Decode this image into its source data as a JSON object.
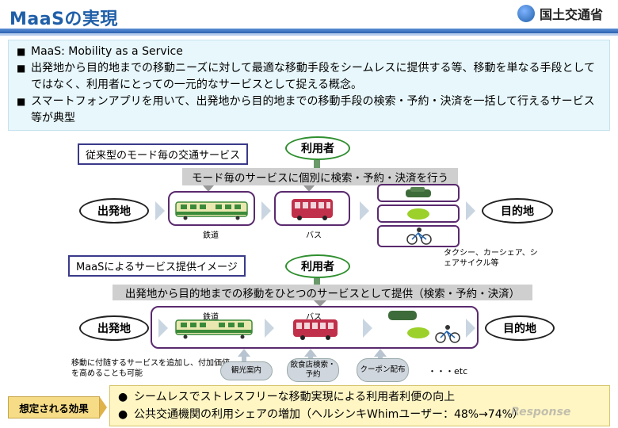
{
  "header": {
    "title": "MaaSの実現",
    "ministry": "国土交通省"
  },
  "summary": {
    "bullets": [
      "MaaS:  Mobility as a Service",
      "出発地から目的地までの移動ニーズに対して最適な移動手段をシームレスに提供する等、移動を単なる手段としてではなく、利用者にとっての一元的なサービスとして捉える概念。",
      "スマートフォンアプリを用いて、出発地から目的地までの移動手段の検索・予約・決済を一括して行えるサービス等が典型"
    ]
  },
  "conventional": {
    "label": "従来型のモード毎の交通サービス",
    "user": "利用者",
    "band": "モード毎のサービスに個別に検索・予約・決済を行う",
    "origin": "出発地",
    "destination": "目的地",
    "train_label": "鉄道",
    "bus_label": "バス",
    "other_note": "タクシー、カーシェア、シェアサイクル等"
  },
  "maas": {
    "label": "MaaSによるサービス提供イメージ",
    "user": "利用者",
    "band": "出発地から目的地までの移動をひとつのサービスとして提供（検索・予約・決済）",
    "origin": "出発地",
    "destination": "目的地",
    "train_label": "鉄道",
    "bus_label": "バス",
    "addon_note": "移動に付随するサービスを追加し、付加価値を高めることも可能",
    "addons": [
      "観光案内",
      "飲食店検索・予約",
      "クーポン配布"
    ],
    "etc": "・・・etc"
  },
  "effects": {
    "label": "想定される効果",
    "items": [
      "シームレスでストレスフリーな移動実現による利用者利便の向上",
      "公共交通機関の利用シェアの増加（ヘルシンキWhimユーザー：48%→74%）"
    ]
  },
  "watermark": "Response",
  "colors": {
    "title": "#1f5fa8",
    "train": "#3a8a3a",
    "bus": "#c0304a",
    "user_ring": "#2f8f2f"
  }
}
